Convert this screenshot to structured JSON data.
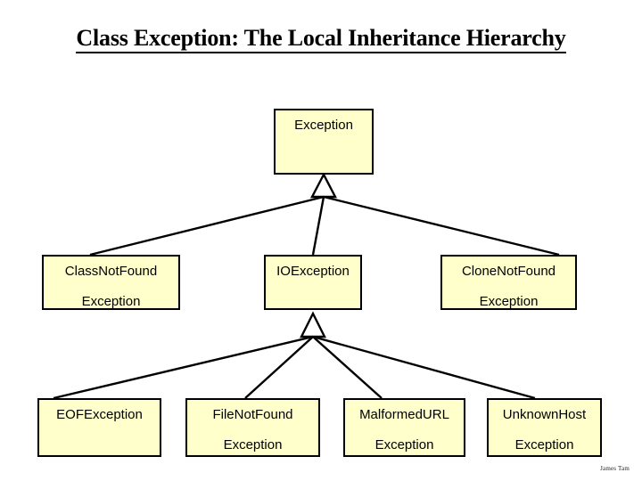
{
  "slide": {
    "title": "Class Exception: The Local Inheritance Hierarchy",
    "credit": "James Tam",
    "background_color": "#FFFFFF"
  },
  "style": {
    "box_fill": "#FFFFCC",
    "box_border": "#000000",
    "text_color": "#000000",
    "connector_color": "#000000"
  },
  "diagram": {
    "type": "uml-inheritance-hierarchy",
    "notation": "open-triangle-generalization",
    "levels": [
      {
        "level": 1,
        "nodes": [
          {
            "id": "exception",
            "line1": "Exception",
            "line2": ""
          }
        ]
      },
      {
        "level": 2,
        "nodes": [
          {
            "id": "class-not-found-exception",
            "line1": "ClassNotFound",
            "line2": "Exception"
          },
          {
            "id": "io-exception",
            "line1": "IOException",
            "line2": ""
          },
          {
            "id": "clone-not-found-exception",
            "line1": "CloneNotFound",
            "line2": "Exception"
          }
        ]
      },
      {
        "level": 3,
        "nodes": [
          {
            "id": "eof-exception",
            "line1": "EOFException",
            "line2": ""
          },
          {
            "id": "file-not-found-exception",
            "line1": "FileNotFound",
            "line2": "Exception"
          },
          {
            "id": "malformed-url-exception",
            "line1": "MalformedURL",
            "line2": "Exception"
          },
          {
            "id": "unknown-host-exception",
            "line1": "UnknownHost",
            "line2": "Exception"
          }
        ]
      }
    ],
    "edges": [
      {
        "parent": "exception",
        "child": "class-not-found-exception"
      },
      {
        "parent": "exception",
        "child": "io-exception"
      },
      {
        "parent": "exception",
        "child": "clone-not-found-exception"
      },
      {
        "parent": "io-exception",
        "child": "eof-exception"
      },
      {
        "parent": "io-exception",
        "child": "file-not-found-exception"
      },
      {
        "parent": "io-exception",
        "child": "malformed-url-exception"
      },
      {
        "parent": "io-exception",
        "child": "unknown-host-exception"
      }
    ]
  }
}
